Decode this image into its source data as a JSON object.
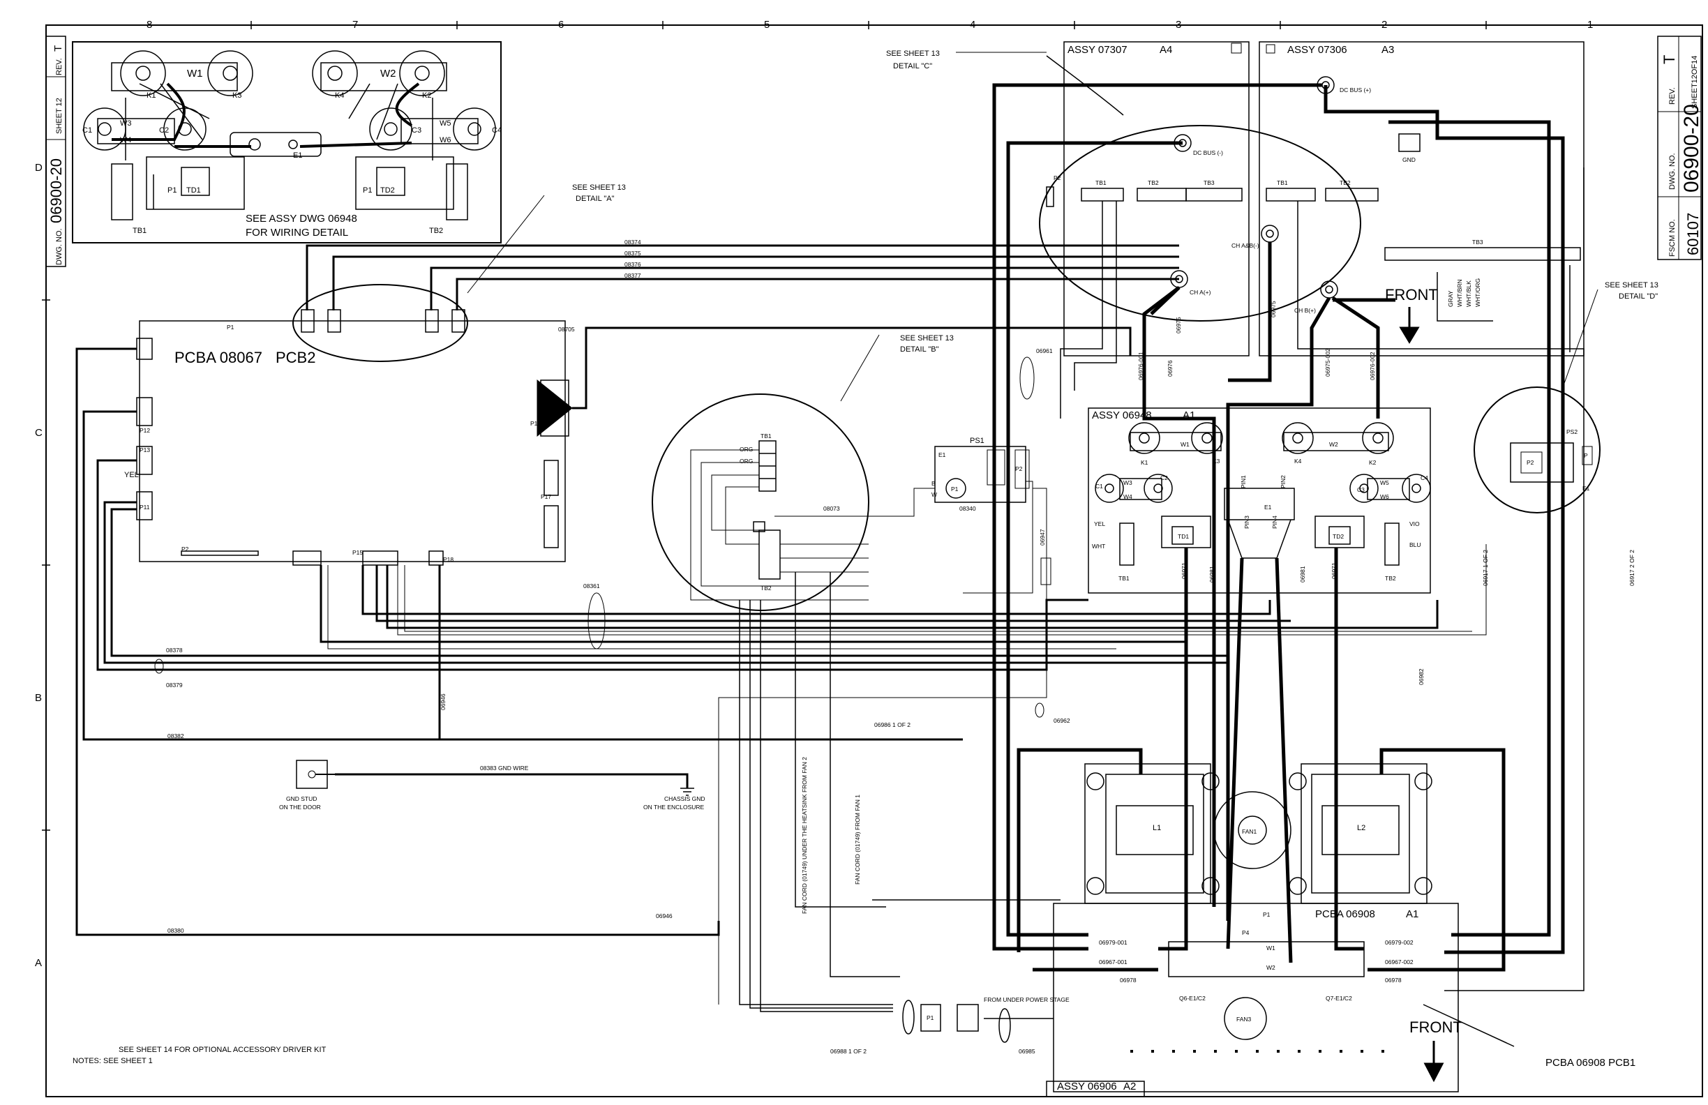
{
  "zones": {
    "cols": [
      "8",
      "7",
      "6",
      "5",
      "4",
      "3",
      "2",
      "1"
    ],
    "rows": [
      "D",
      "C",
      "B",
      "A"
    ]
  },
  "title_block_left": {
    "rev_label": "REV.",
    "rev": "T",
    "sheet": "SHEET 12",
    "dwg_label": "DWG. NO.",
    "dwg_no": "06900-20"
  },
  "title_block_right": {
    "rev_label": "REV.",
    "rev": "T",
    "sheet": "SHEET12OF14",
    "fscm_label": "FSCM NO.",
    "fscm": "60107",
    "dwg_label": "DWG. NO.",
    "dwg_no": "06900-20"
  },
  "detail_inset": {
    "W1": "W1",
    "W2": "W2",
    "W3": "W3",
    "W4": "W4",
    "W5": "W5",
    "W6": "W6",
    "K1": "K1",
    "K2": "K2",
    "K3": "K3",
    "K4": "K4",
    "C1": "C1",
    "C2": "C2",
    "C3": "C3",
    "C4": "C4",
    "E1": "E1",
    "P1a": "P1",
    "TD1": "TD1",
    "P1b": "P1",
    "TD2": "TD2",
    "TB1": "TB1",
    "TB2": "TB2",
    "note1": "SEE ASSY DWG 06948",
    "note2": "FOR WIRING DETAIL"
  },
  "detail_refs": {
    "a1": "SEE SHEET 13",
    "a2": "DETAIL \"A\"",
    "b1": "SEE SHEET 13",
    "b2": "DETAIL \"B\"",
    "c1": "SEE SHEET 13",
    "c2": "DETAIL \"C\"",
    "d1": "SEE SHEET 13",
    "d2": "DETAIL \"D\""
  },
  "pcb2": {
    "label": "PCBA 08067",
    "ref": "PCB2",
    "P1": "P1",
    "P2": "P2",
    "P11": "P11",
    "P12": "P12",
    "P13": "P13",
    "P14": "P14",
    "P15": "P15",
    "P17": "P17",
    "P18": "P18",
    "YEL": "YEL"
  },
  "wires": {
    "w08374": "08374",
    "w08375": "08375",
    "w08376": "08376",
    "w08377": "08377",
    "w08705": "08705",
    "w08073": "08073",
    "w08340": "08340",
    "w08361": "08361",
    "w08378": "08378",
    "w08379": "08379",
    "w08382": "08382",
    "w08380": "08380",
    "w06946a": "06946",
    "w06946b": "06946",
    "w06947": "06947",
    "w06961": "06961",
    "w06962": "06962",
    "w06986": "06986 1 OF 2",
    "w06988": "06988 1 OF 2",
    "w06985": "06985",
    "w06917a": "06917 1 OF 2",
    "w06917b": "06917 2 OF 2",
    "w06975": "06975",
    "w06976_001": "06976-001",
    "w06976_002": "06976-002",
    "w06975_002": "06975-002",
    "w06976b": "06976",
    "w06975b": "06975",
    "w06971a": "06971",
    "w06971b": "06971",
    "w06981a": "06981",
    "w06981b": "06981",
    "w06982": "06982",
    "w08383": "08383 GND WIRE"
  },
  "assy_07307": {
    "label": "ASSY 07307",
    "ref": "A4",
    "dc_bus_neg": "DC BUS (-)",
    "ch_ab": "CH A&B(-)",
    "ch_a": "CH A(+)",
    "tb1": "TB1",
    "tb2": "TB2",
    "tb3": "TB3",
    "p2": "P2"
  },
  "assy_07306": {
    "label": "ASSY 07306",
    "ref": "A3",
    "dc_bus_pos": "DC BUS (+)",
    "gnd": "GND",
    "ch_b": "CH B(+)",
    "tb1": "TB1",
    "tb2": "TB2",
    "tb3": "TB3",
    "front": "FRONT",
    "gray": "GRAY",
    "wht_brn": "WHT/BRN",
    "wht_blk": "WHT/BLK",
    "wht_org": "WHT/ORG"
  },
  "assy_06948": {
    "label": "ASSY 06948",
    "ref": "A1",
    "W1": "W1",
    "W2": "W2",
    "W3": "W3",
    "W4": "W4",
    "W5": "W5",
    "W6": "W6",
    "K1": "K1",
    "K2": "K2",
    "K3": "K3",
    "K4": "K4",
    "C1": "C1",
    "C2": "C2",
    "C3": "C3",
    "C4": "C4",
    "E1": "E1",
    "TD1": "TD1",
    "TD2": "TD2",
    "TB1": "TB1",
    "TB2": "TB2",
    "YEL": "YEL",
    "WHT": "WHT",
    "VIO": "VIO",
    "BLU": "BLU",
    "PIN1": "PIN1",
    "PIN2": "PIN2",
    "PIN3": "PIN3",
    "PIN4": "PIN4"
  },
  "detail_b": {
    "TB1": "TB1",
    "TB2": "TB2",
    "ORG1": "ORG",
    "ORG2": "ORG",
    "PS1": "PS1",
    "P1": "P1",
    "P2": "P2",
    "E1": "E1",
    "B": "B",
    "W": "W"
  },
  "detail_d": {
    "PS2": "PS2",
    "P2": "P2",
    "P": "P",
    "E1": "E1"
  },
  "power_stage": {
    "L1": "L1",
    "L2": "L2",
    "FAN1": "FAN1",
    "FAN3": "FAN3",
    "pcb1_label": "PCBA 06908",
    "pcb1_ref": "A1",
    "W1": "W1",
    "W2": "W2",
    "P1": "P1",
    "P4": "P4",
    "w06979_001": "06979-001",
    "w06967_001": "06967-001",
    "w06978": "06978",
    "w06979_002": "06979-002",
    "w06967_002": "06967-002",
    "w06978b": "06978",
    "q6": "Q6-E1/C2",
    "q7": "Q7-E1/C2",
    "front": "FRONT",
    "assy_06906": "ASSY 06906",
    "assy_06906_ref": "A2",
    "pcb1_callout": "PCBA 06908   PCB1"
  },
  "fan_cords": {
    "heatsink": "FAN CORD (01749) UNDER THE HEATSINK FROM FAN 2",
    "fan1": "FAN CORD (01749) FROM FAN 1",
    "p1": "P1",
    "under_power": "FROM UNDER POWER STAGE"
  },
  "ground": {
    "stud1": "GND STUD",
    "stud2": "ON THE DOOR",
    "chassis1": "CHASSIS GND",
    "chassis2": "ON THE ENCLOSURE"
  },
  "notes": {
    "line1": "SEE SHEET 14 FOR OPTIONAL ACCESSORY DRIVER KIT",
    "line2": "NOTES: SEE SHEET 1"
  }
}
